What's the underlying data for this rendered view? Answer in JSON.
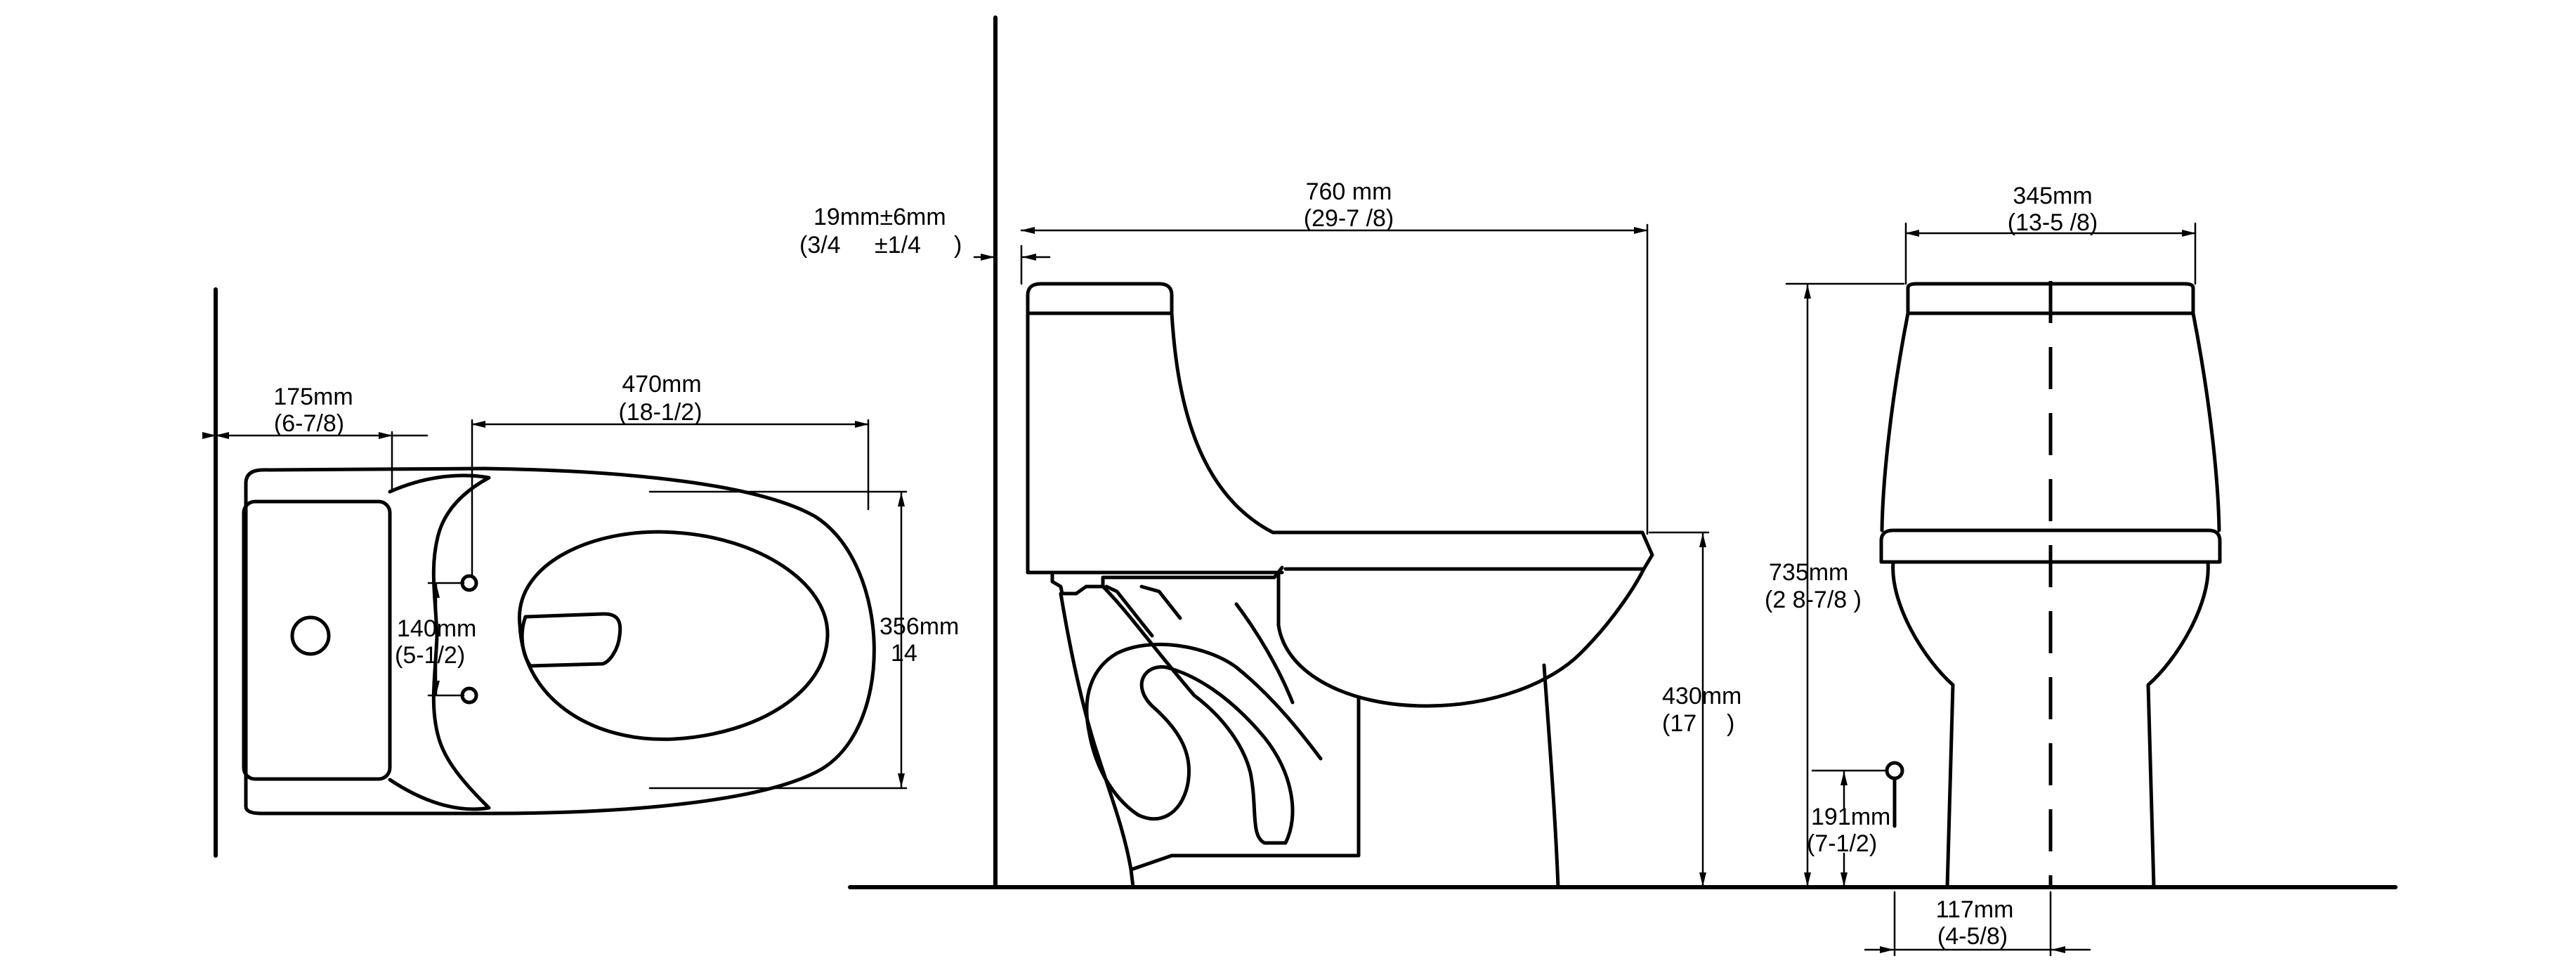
{
  "dimensions": {
    "wall_gap": {
      "mm": "19mm±6mm",
      "inch_a": "(3/4",
      "inch_b": "±1/4",
      "inch_c": ")"
    },
    "overall_length": {
      "mm": "760 mm",
      "inch": "(29-7 /8)"
    },
    "top_width": {
      "mm": "345mm",
      "inch": "(13-5 /8)"
    },
    "tank_depth": {
      "mm": "175mm",
      "inch": "(6-7/8)"
    },
    "bowl_length": {
      "mm": "470mm",
      "inch": "(18-1/2)"
    },
    "bolt_spacing": {
      "mm": "140mm",
      "inch": "(5-1/2)"
    },
    "bowl_width": {
      "mm": "356mm",
      "inch": "14"
    },
    "seat_height": {
      "mm": "430mm",
      "inch_a": "(17",
      "inch_b": ")"
    },
    "total_height": {
      "mm": "735mm",
      "inch": "(2 8-7/8 )"
    },
    "supply_height": {
      "mm": "191mm",
      "inch": "(7-1/2)"
    },
    "supply_offset": {
      "mm": "117mm",
      "inch": "(4-5/8)"
    }
  }
}
